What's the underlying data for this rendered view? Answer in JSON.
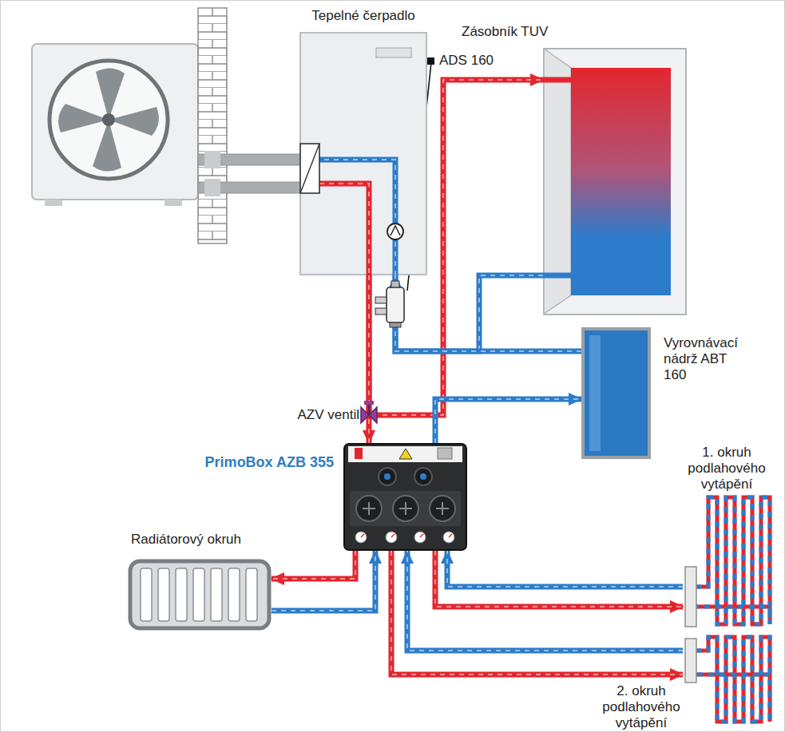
{
  "diagram": {
    "nodes": [
      {
        "text": [
          "Tepelné čerpadlo"
        ]
      },
      {
        "text": [
          "Zásobník TUV"
        ]
      },
      {
        "text": [
          "Vyrovnávací nádrž ABT 160"
        ]
      },
      {
        "text": [
          "PrimoBox AZB 355"
        ]
      },
      {
        "text": [
          "Radiátorový okruh"
        ]
      },
      {
        "text": [
          "1. okruh podlahového vytápění"
        ]
      },
      {
        "text": [
          "2. okruh podlahového vytápění"
        ]
      }
    ],
    "edges": [
      {
        "from": 0,
        "to": 3,
        "arrow": "to"
      },
      {
        "from": 0,
        "to": 1,
        "arrow": "to"
      },
      {
        "from": 1,
        "to": 0,
        "arrow": "to"
      },
      {
        "from": 2,
        "to": 0,
        "arrow": "to"
      },
      {
        "from": 3,
        "to": 2,
        "arrow": "to"
      },
      {
        "from": 3,
        "to": 4,
        "arrow": "to"
      },
      {
        "from": 4,
        "to": 3,
        "arrow": "to"
      },
      {
        "from": 3,
        "to": 5,
        "arrow": "to"
      },
      {
        "from": 5,
        "to": 3,
        "arrow": "to"
      },
      {
        "from": 3,
        "to": 6,
        "arrow": "to"
      },
      {
        "from": 6,
        "to": 3,
        "arrow": "to"
      }
    ],
    "labels": [
      "ADS 160",
      "AZV ventil"
    ]
  }
}
